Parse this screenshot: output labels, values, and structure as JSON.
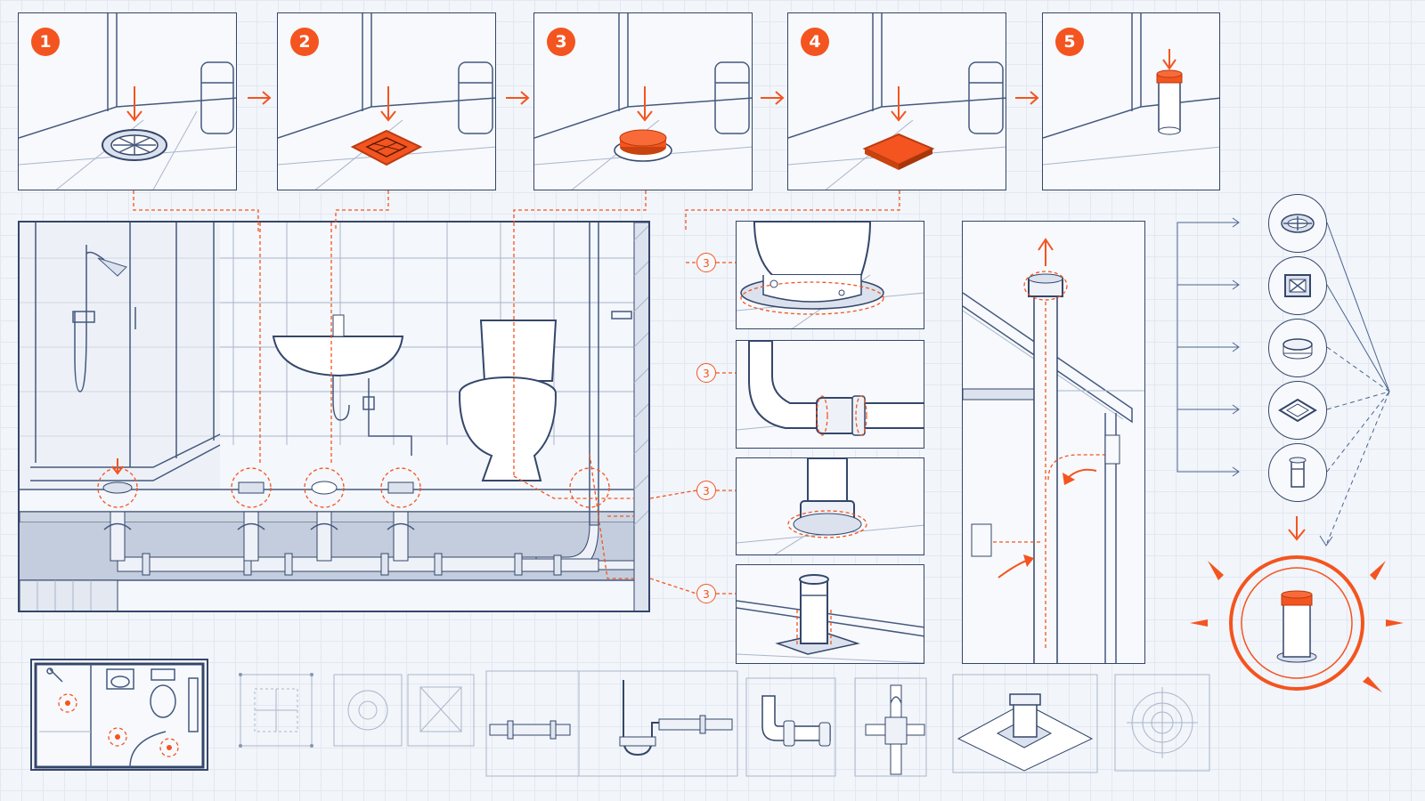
{
  "steps": [
    {
      "number": "1",
      "icon": "round-drain-grate-icon"
    },
    {
      "number": "2",
      "icon": "square-drain-grate-icon"
    },
    {
      "number": "3",
      "icon": "drain-cap-icon"
    },
    {
      "number": "4",
      "icon": "square-cover-plate-icon"
    },
    {
      "number": "5",
      "icon": "vent-pipe-cap-icon"
    }
  ],
  "callouts": [
    {
      "label": "3",
      "icon": "toilet-flange-icon"
    },
    {
      "label": "3",
      "icon": "pipe-coupling-icon"
    },
    {
      "label": "3",
      "icon": "floor-pipe-collar-icon"
    },
    {
      "label": "3",
      "icon": "pipe-stub-flange-icon"
    }
  ],
  "legend_icons": [
    "round-grate-icon",
    "square-grate-icon",
    "cap-icon",
    "plate-icon",
    "pipe-stub-icon"
  ],
  "highlight_icon": "vent-pipe-stub-icon",
  "colors": {
    "accent": "#f4541f",
    "line": "#34466a",
    "grid": "#e3e8f1",
    "background": "#f2f5fa"
  }
}
